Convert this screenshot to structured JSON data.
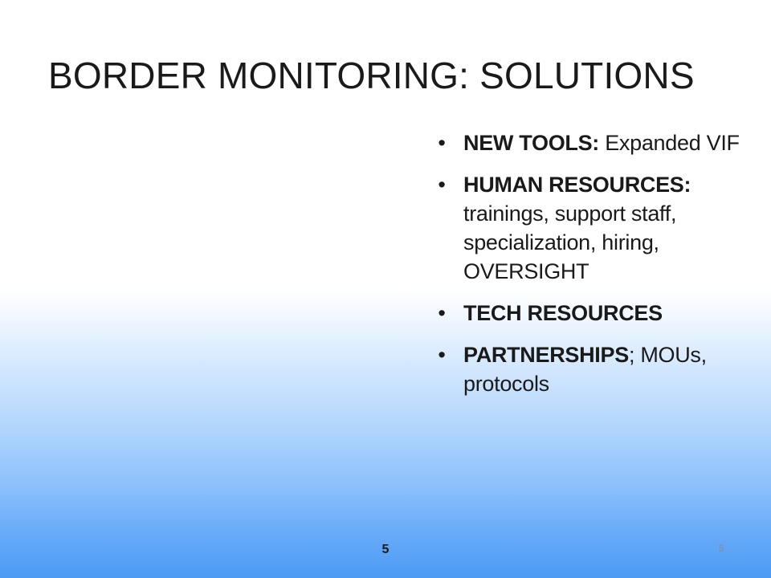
{
  "slide": {
    "title": "BORDER MONITORING: SOLUTIONS",
    "bullets": [
      {
        "bold": "NEW TOOLS:",
        "rest": " Expanded VIF"
      },
      {
        "bold": "HUMAN RESOURCES:",
        "rest": " trainings, support staff, specialization, hiring, OVERSIGHT"
      },
      {
        "bold": "TECH RESOURCES",
        "rest": ""
      },
      {
        "bold": "PARTNERSHIPS",
        "rest": "; MOUs, protocols"
      }
    ],
    "bullet_glyph": "•",
    "page_number": "5",
    "page_number_corner": "5"
  },
  "colors": {
    "text": "#1a1a1a",
    "gradient_bottom": "#4c9bf5",
    "footer_muted": "#8a8a8a"
  }
}
